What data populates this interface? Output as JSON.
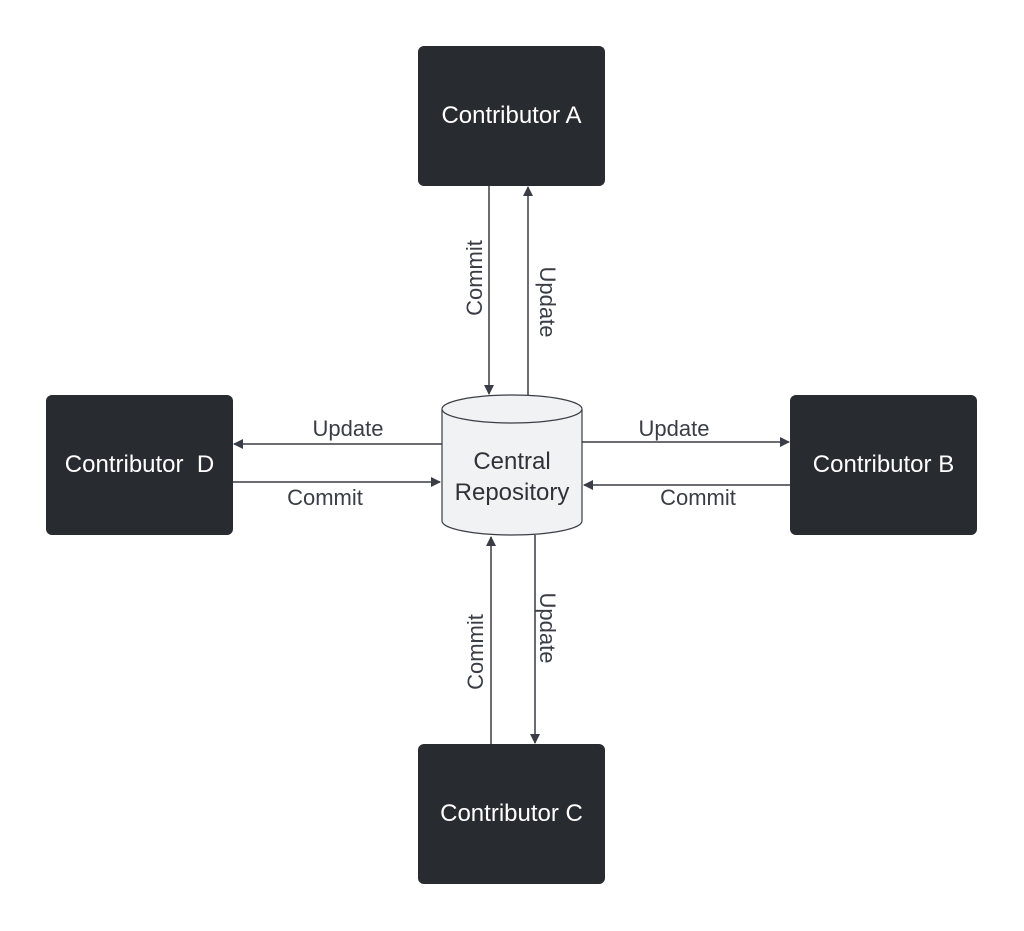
{
  "nodes": {
    "contributor_a": "Contributor A",
    "contributor_b": "Contributor B",
    "contributor_c": "Contributor C",
    "contributor_d": "Contributor  D",
    "repository_line1": "Central",
    "repository_line2": "Repository"
  },
  "edges": {
    "a_to_repo": "Commit",
    "repo_to_a": "Update",
    "repo_to_b": "Update",
    "b_to_repo": "Commit",
    "c_to_repo": "Commit",
    "repo_to_c": "Update",
    "repo_to_d": "Update",
    "d_to_repo": "Commit"
  },
  "colors": {
    "box_fill": "#282b30",
    "box_text": "#ffffff",
    "repository_fill": "#f1f2f4",
    "line": "#3a3d45"
  }
}
